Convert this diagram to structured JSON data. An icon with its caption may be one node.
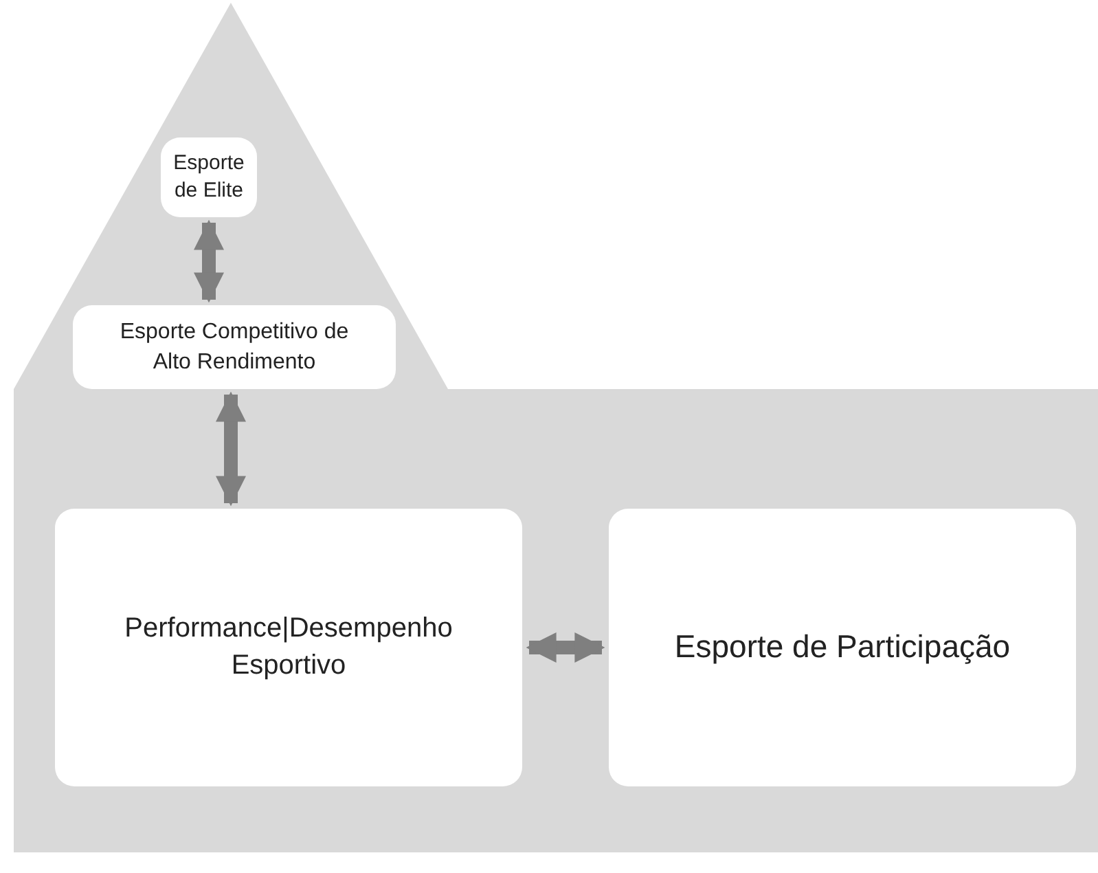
{
  "diagram": {
    "nodes": [
      {
        "text": [
          "Esporte de Elite"
        ]
      },
      {
        "text": [
          "Esporte Competitivo de Alto Rendimento"
        ]
      },
      {
        "text": [
          "Performance|Desempenho Esportivo"
        ]
      },
      {
        "text": [
          "Esporte de Participação"
        ]
      }
    ],
    "edges": [
      {
        "from": 0,
        "to": 1,
        "arrow": "both"
      },
      {
        "from": 1,
        "to": 2,
        "arrow": "both"
      },
      {
        "from": 2,
        "to": 3,
        "arrow": "both"
      }
    ]
  }
}
